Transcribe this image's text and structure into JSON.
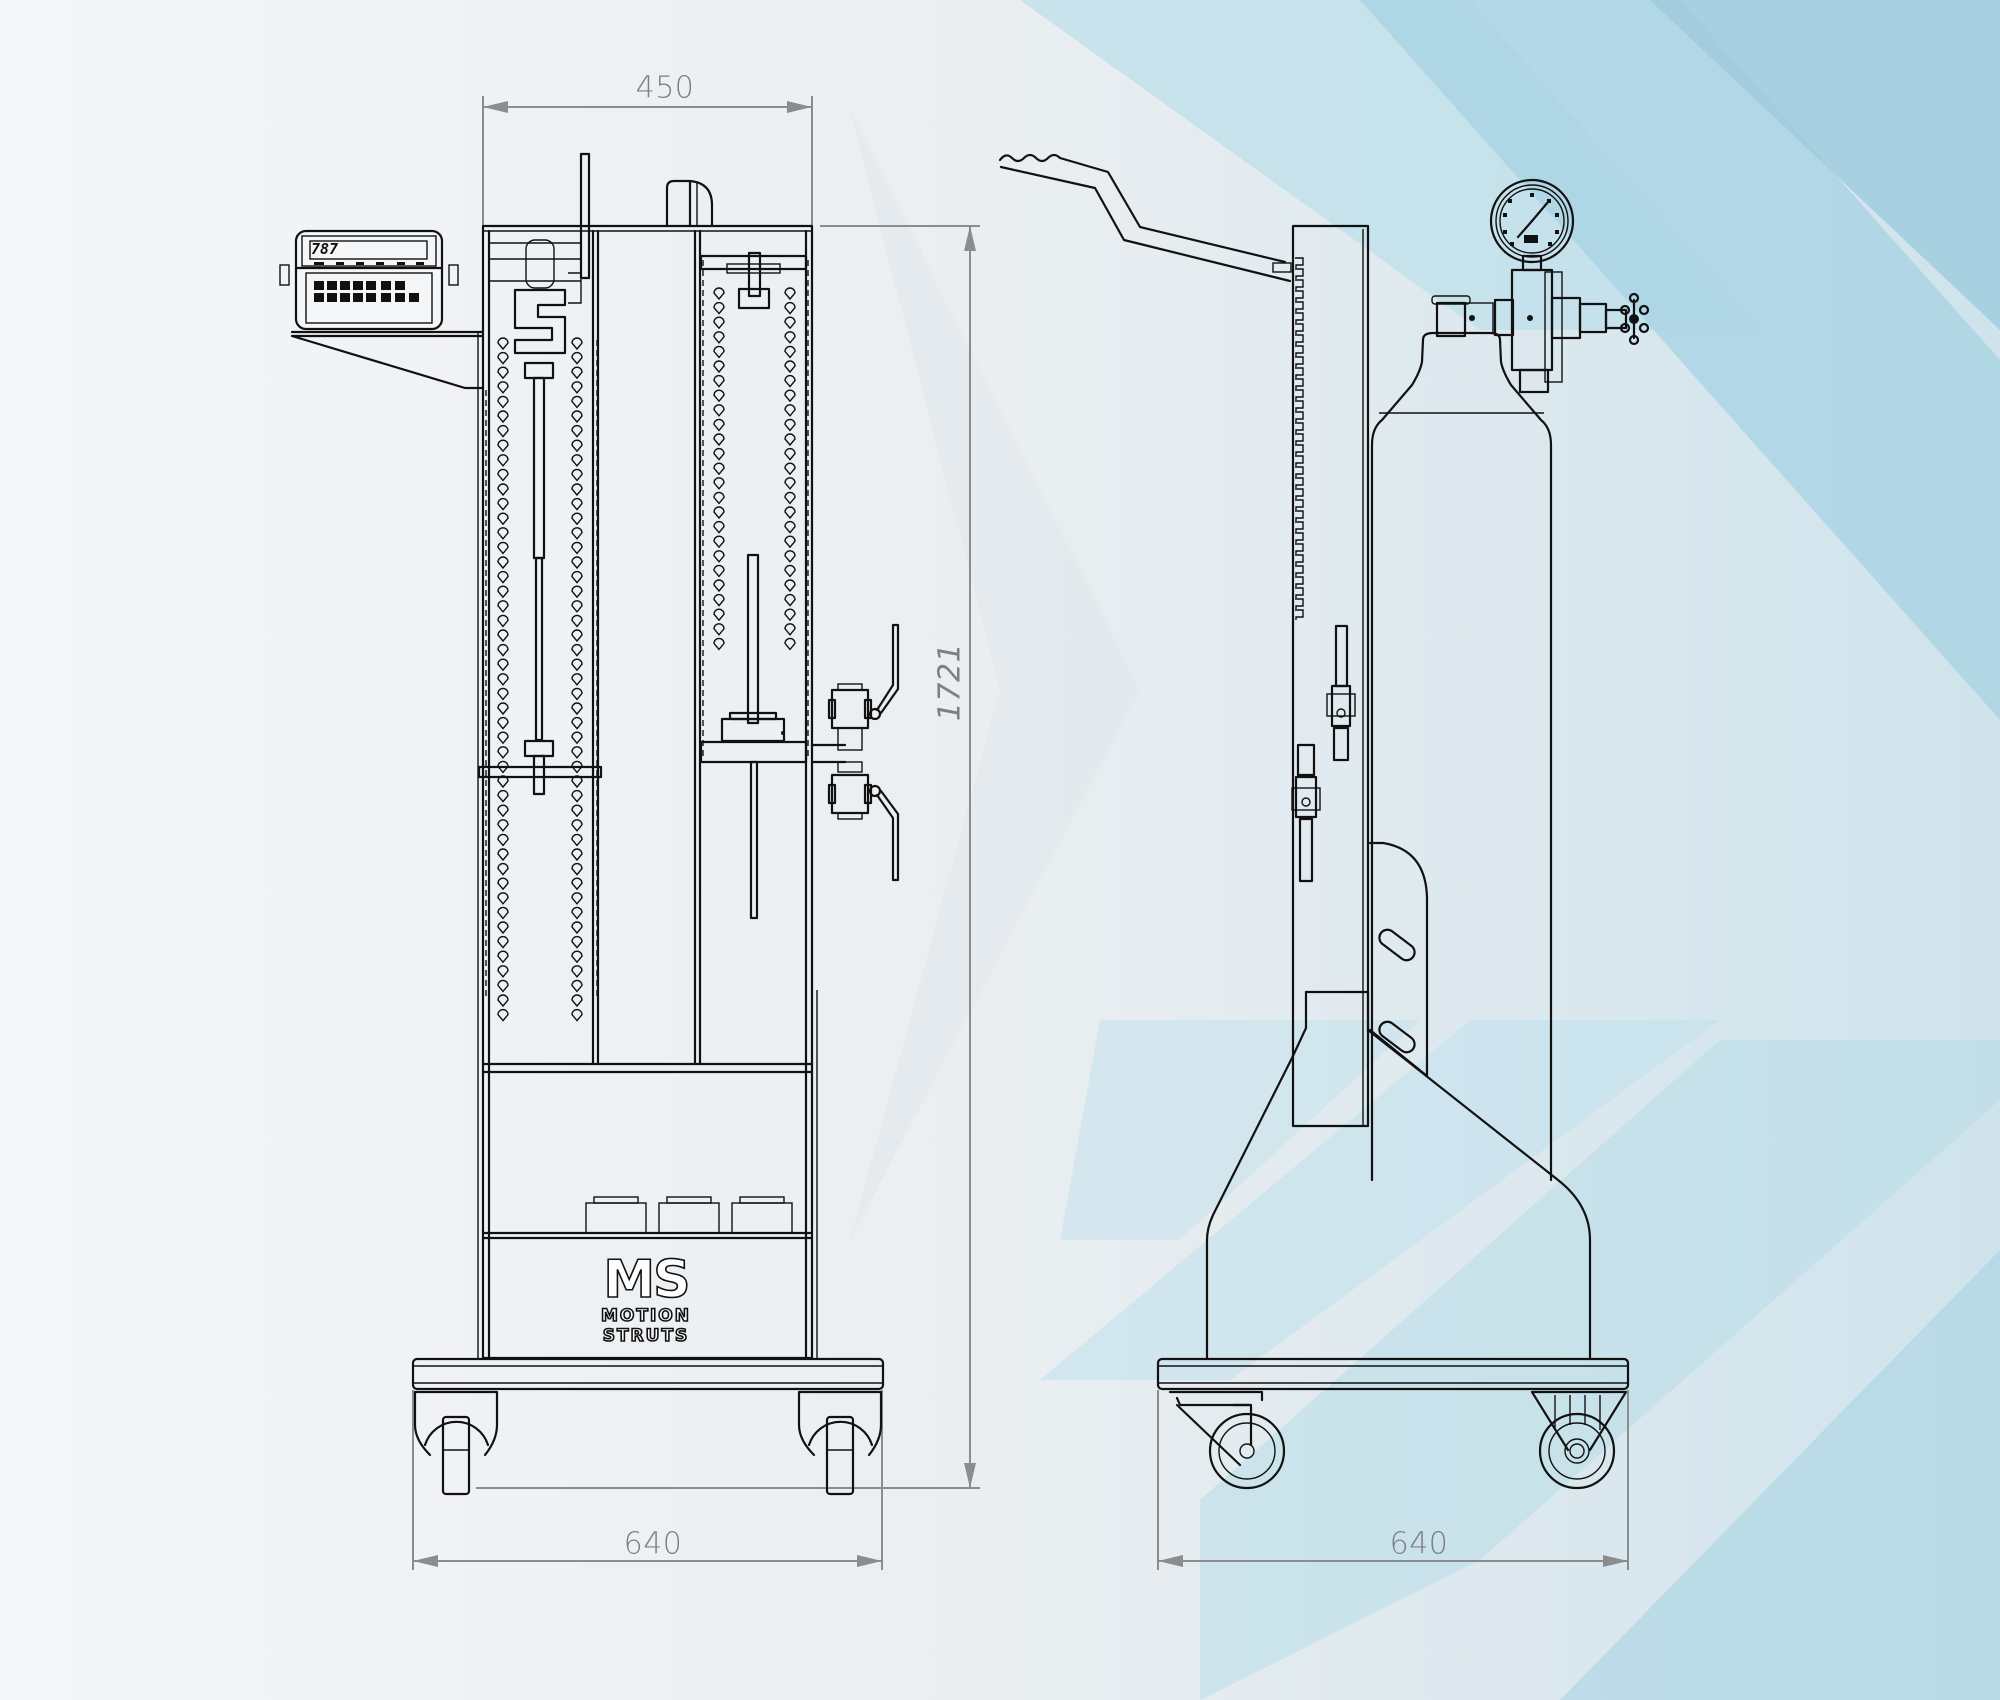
{
  "background": {
    "base_color": "#eef2f5",
    "accent_color": "#a6d3e3",
    "accent_light": "#c7e4ee"
  },
  "drawing": {
    "title": "Motion Struts gas spring test cart — front and side elevation",
    "line_color": "#111111",
    "dimension_color": "#8a8c8e"
  },
  "dimensions": {
    "front_cabinet_width": "450",
    "overall_height": "1721",
    "front_base_width": "640",
    "side_base_width": "640"
  },
  "front_view": {
    "indicator_display": "787",
    "brand_monogram": "MS",
    "brand_line1": "MOTION",
    "brand_line2": "STRUTS",
    "weights_count": 3
  },
  "side_view": {
    "components": [
      "handle",
      "pressure-gauge",
      "regulator",
      "gas-cylinder",
      "ball-valves",
      "casters"
    ]
  }
}
